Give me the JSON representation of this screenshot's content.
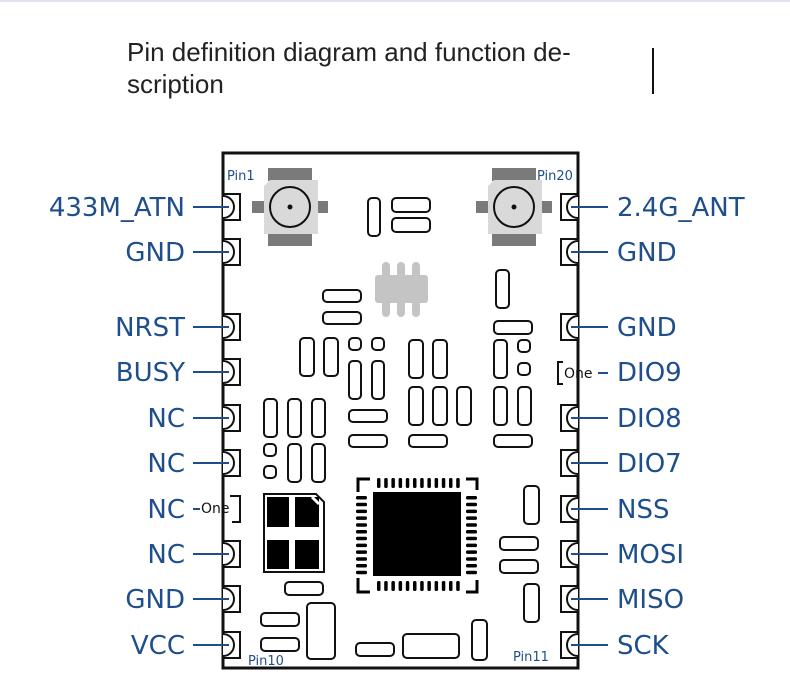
{
  "title": "Pin definition diagram and function description",
  "title_lines": [
    "Pin definition diagram and function de-",
    "scription"
  ],
  "colors": {
    "label": "#1e4e8c",
    "outline": "#111111",
    "antenna_pad": "#d9d9d9",
    "antenna_dark": "#7a7a7a",
    "crystal": "#c4c4c4"
  },
  "left_pins": [
    {
      "label": "433M_ATN"
    },
    {
      "label": "GND"
    },
    {
      "label": "NRST"
    },
    {
      "label": "BUSY"
    },
    {
      "label": "NC"
    },
    {
      "label": "NC"
    },
    {
      "label": "NC"
    },
    {
      "label": "NC"
    },
    {
      "label": "GND"
    },
    {
      "label": "VCC"
    }
  ],
  "right_pins": [
    {
      "label": "2.4G_ANT"
    },
    {
      "label": "GND"
    },
    {
      "label": "GND"
    },
    {
      "label": "DIO9"
    },
    {
      "label": "DIO8"
    },
    {
      "label": "DIO7"
    },
    {
      "label": "NSS"
    },
    {
      "label": "MOSI"
    },
    {
      "label": "MISO"
    },
    {
      "label": "SCK"
    }
  ],
  "pin_numbers": {
    "top_left": "Pin1",
    "top_right": "Pin20",
    "bottom_left": "Pin10",
    "bottom_right": "Pin11"
  },
  "annotations": {
    "right_note": "One",
    "left_note": "One"
  }
}
